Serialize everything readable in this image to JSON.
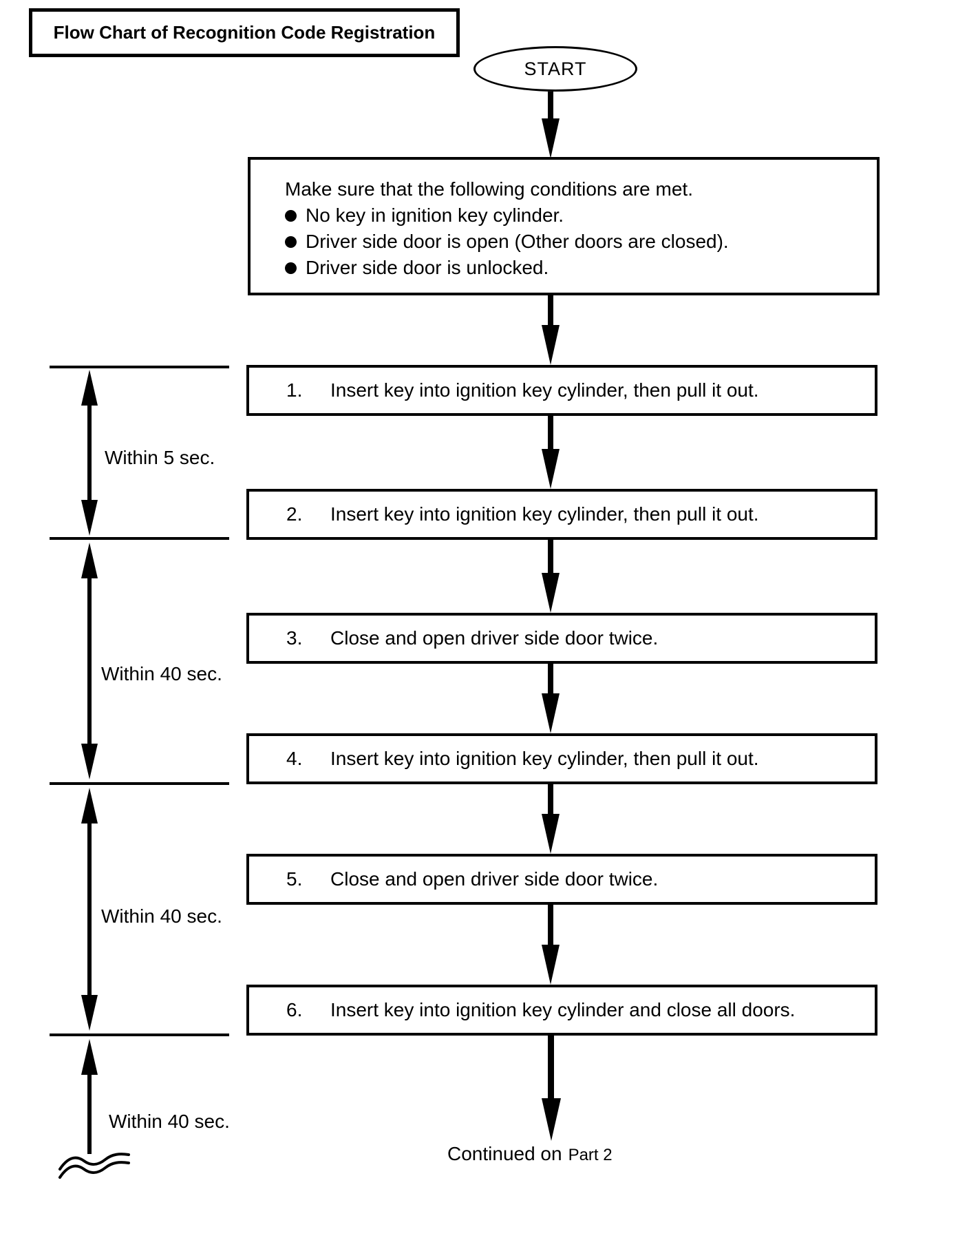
{
  "title": "Flow Chart of Recognition Code Registration",
  "start_label": "START",
  "conditions": {
    "intro": "Make sure that the following conditions are met.",
    "items": [
      "No key in ignition key cylinder.",
      "Driver side door is open (Other doors are closed).",
      "Driver side door is unlocked."
    ]
  },
  "steps": [
    {
      "number": "1.",
      "text": "Insert key into ignition key cylinder, then pull it out."
    },
    {
      "number": "2.",
      "text": "Insert key into ignition key cylinder, then pull it out."
    },
    {
      "number": "3.",
      "text": "Close and open driver side door twice."
    },
    {
      "number": "4.",
      "text": "Insert key into ignition key cylinder, then pull it out."
    },
    {
      "number": "5.",
      "text": "Close and open driver side door twice."
    },
    {
      "number": "6.",
      "text": "Insert key into ignition key cylinder and close all doors."
    }
  ],
  "timing_labels": [
    "Within 5 sec.",
    "Within 40 sec.",
    "Within 40 sec.",
    "Within 40 sec."
  ],
  "footer": {
    "prefix": "Continued on",
    "target": "Part 2"
  },
  "icons": {
    "bullet": "filled-circle",
    "flow_arrow": "down-arrow",
    "timing_arrow": "double-headed-vertical-arrow",
    "break": "wavy-break-lines"
  },
  "colors": {
    "ink": "#000000",
    "background": "#ffffff"
  }
}
